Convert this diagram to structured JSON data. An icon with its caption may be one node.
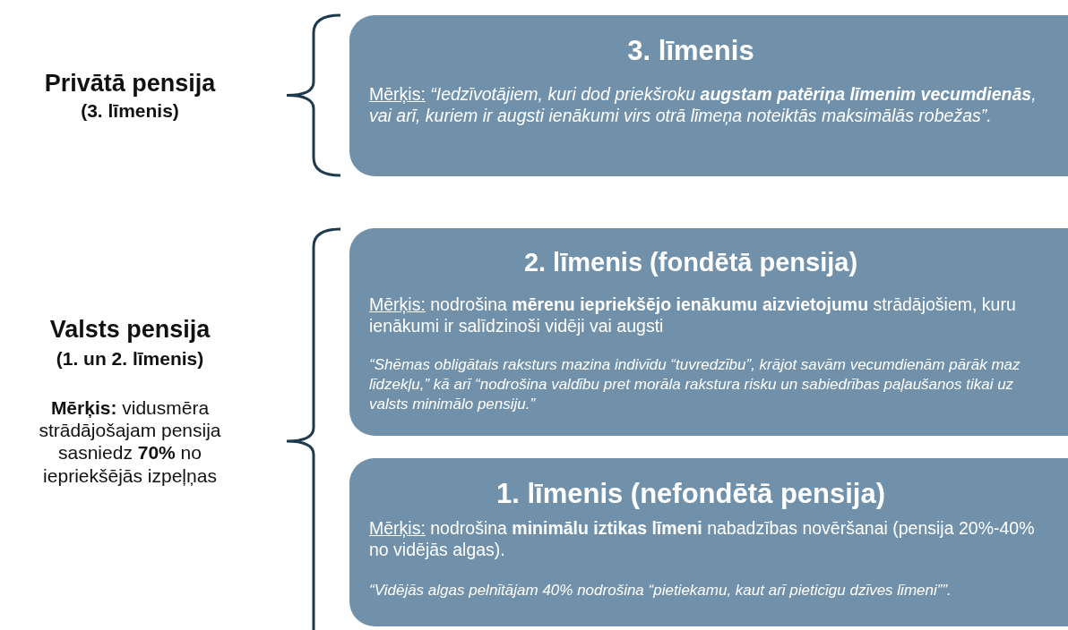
{
  "diagram": {
    "nodes": [
      {
        "text": [
          "3. līmenis",
          "Mērķis:",
          "“Iedzīvotājiem, kuri dod priekšroku **augstam patēriņa līmenim vecumdienās**, vai arī, kuriem ir augsti ienākumi virs otrā līmeņa noteiktās maksimālās robežas”."
        ]
      },
      {
        "text": [
          "2. līmenis (fondētā pensija)",
          "Mērķis:",
          "nodrošina **mērenu iepriekšējo ienākumu aizvietojumu** strādājošiem, kuru ienākumi ir salīdzinoši vidēji vai augsti",
          "“Shēmas obligātais raksturs mazina indivīdu “tuvredzību”, krājot savām vecumdienām pārāk maz līdzekļu,” kā arī “nodrošina valdību pret morāla rakstura risku un sabiedrības paļaušanos tikai uz valsts minimālo pensiju.”"
        ]
      },
      {
        "text": [
          "1. līmenis (nefondētā pensija)",
          "Mērķis:",
          "nodrošina **minimālu iztikas līmeni** nabadzības novēršanai (pensija 20%-40% no vidējās algas).",
          "“Vidējās algas pelnītājam 40% nodrošina “pietiekamu, kaut arī pieticīgu dzīves līmeni””."
        ]
      }
    ],
    "labels": [
      "Privātā pensija",
      "(3. līmenis)",
      "Valsts pensija",
      "(1. un 2. līmenis)",
      "**Mērķis:** vidusmēra strādājošajam pensija sasniedz **70%** no iepriekšējās izpeļņas"
    ]
  }
}
